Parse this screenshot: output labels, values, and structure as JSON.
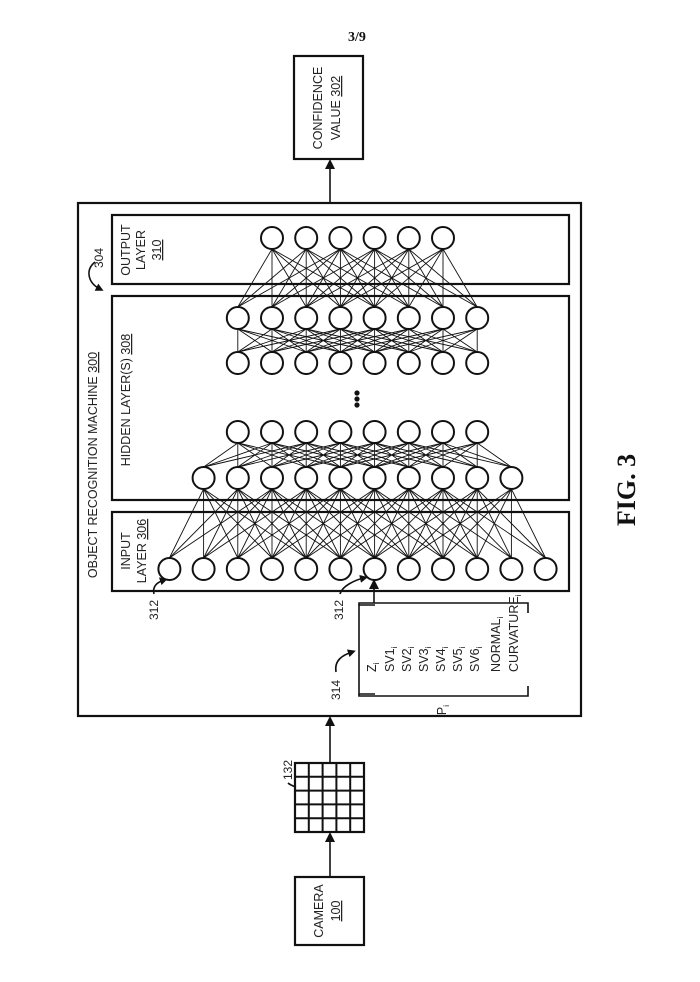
{
  "page": {
    "sheet_number": "3/9",
    "figure_label": "FIG. 3"
  },
  "confidence_box": {
    "line1": "CONFIDENCE",
    "line2_text": "VALUE ",
    "line2_ref": "302"
  },
  "machine": {
    "title_text": "OBJECT RECOGNITION MACHINE ",
    "title_ref": "300",
    "ref_label": "304"
  },
  "output_layer": {
    "line1": "OUTPUT",
    "line2": "LAYER",
    "ref": "310",
    "node_count": 6
  },
  "hidden_layers": {
    "label_text": "HIDDEN LAYER(S) ",
    "label_ref": "308",
    "rows": [
      {
        "node_count": 8
      },
      {
        "node_count": 8
      },
      {
        "node_count": 8
      },
      {
        "node_count": 10
      }
    ],
    "ellipsis": "⋮"
  },
  "input_layer": {
    "line1": "INPUT",
    "line2_text": "LAYER ",
    "line2_ref": "306",
    "node_count": 12,
    "node_ref_label": "312"
  },
  "feature_vector": {
    "ref_label": "314",
    "name": "P",
    "name_sub": "i",
    "features": [
      {
        "name": "Z",
        "sub": "i"
      },
      {
        "name": "SV1",
        "sub": "i"
      },
      {
        "name": "SV2",
        "sub": "i"
      },
      {
        "name": "SV3",
        "sub": "i"
      },
      {
        "name": "SV4",
        "sub": "i"
      },
      {
        "name": "SV5",
        "sub": "i"
      },
      {
        "name": "SV6",
        "sub": "i"
      },
      {
        "name": "NORMAL",
        "sub": "i"
      },
      {
        "name": "CURVATURE",
        "sub": "i"
      }
    ]
  },
  "image_grid": {
    "ref_label": "132",
    "rows": 5,
    "cols": 5
  },
  "camera": {
    "line1": "CAMERA",
    "ref": "100"
  }
}
